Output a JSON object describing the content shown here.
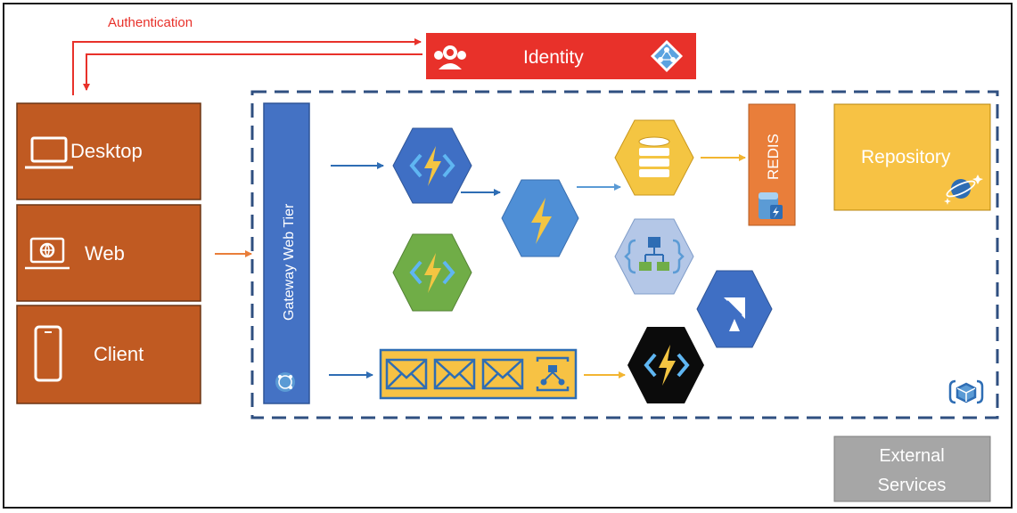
{
  "labels": {
    "authentication": "Authentication",
    "identity": "Identity",
    "desktop": "Desktop",
    "web": "Web",
    "client": "Client",
    "gateway": "Gateway Web Tier",
    "redis": "REDIS",
    "repository": "Repository",
    "external_line1": "External",
    "external_line2": "Services"
  },
  "icons": {
    "identity_users": "identity-users-icon",
    "active_directory": "active-directory-icon",
    "laptop": "laptop-icon",
    "web_globe": "web-globe-icon",
    "mobile_phone": "mobile-phone-icon",
    "api_gateway": "api-management-icon",
    "function": "function-lightning-icon",
    "database": "database-icon",
    "logic_app": "logic-app-icon",
    "satellite": "satellite-dish-icon",
    "cosmos": "cosmos-db-icon",
    "container": "container-cube-icon",
    "envelope": "envelope-icon",
    "service_bus": "service-bus-icon",
    "redis_cache": "redis-cache-icon"
  },
  "colors": {
    "auth_red": "#e8312a",
    "client_brown": "#c05a22",
    "gateway_blue": "#4472c4",
    "function_blue": "#3f6fc4",
    "function_green": "#70ad47",
    "function_black": "#0b0b0b",
    "storage_yellow": "#f4c542",
    "repository_yellow": "#f7c244",
    "redis_orange": "#e97e3a",
    "external_gray": "#a6a6a6",
    "boundary_navy": "#2f4f80"
  }
}
